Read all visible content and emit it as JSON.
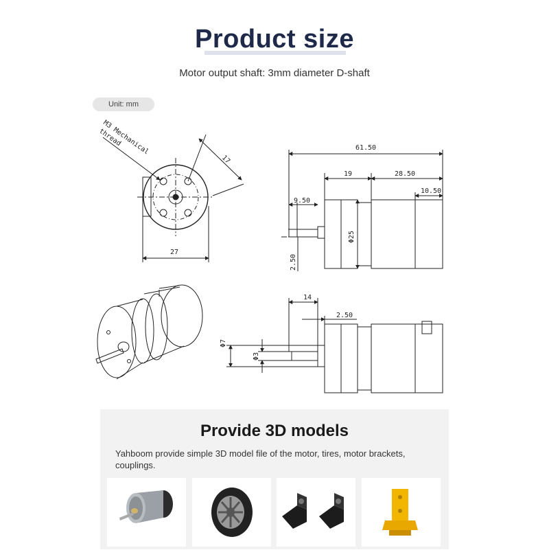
{
  "header": {
    "title": "Product size",
    "subtitle": "Motor output shaft: 3mm diameter D-shaft"
  },
  "unit_label": "Unit: mm",
  "front_view": {
    "thread_label_line1": "M3 Mechanical",
    "thread_label_line2": "thread",
    "dim_17": "17",
    "dim_27": "27"
  },
  "side_view": {
    "dim_61_50": "61.50",
    "dim_19": "19",
    "dim_28_50": "28.50",
    "dim_10_50": "10.50",
    "dim_9_50": "9.50",
    "dim_phi25": "Φ25",
    "dim_2_50": "2.50"
  },
  "shaft_view": {
    "dim_14": "14",
    "dim_2_50": "2.50",
    "dim_phi7": "Φ7",
    "dim_phi3": "Φ3"
  },
  "models_panel": {
    "title": "Provide 3D models",
    "description": "Yahboom provide simple 3D model file of the motor, tires, motor brackets, couplings.",
    "items": [
      "motor-model",
      "tire-model",
      "bracket-model",
      "coupling-model"
    ]
  },
  "colors": {
    "title": "#1f2a4a",
    "coupling": "#f2b600"
  }
}
